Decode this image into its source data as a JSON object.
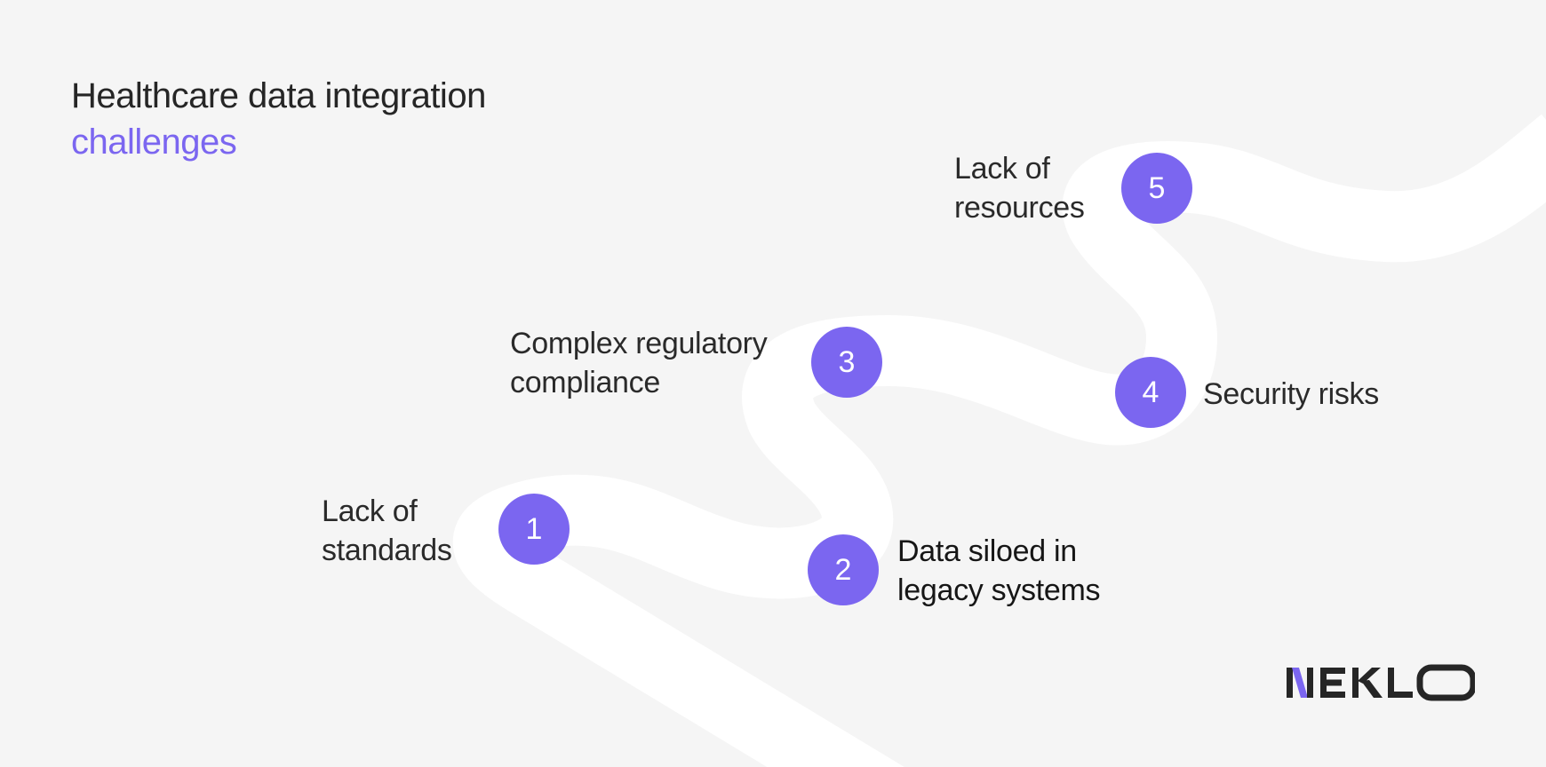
{
  "heading": {
    "line1": "Healthcare data integration",
    "line2": "challenges"
  },
  "colors": {
    "accent": "#7b66f0",
    "road": "#ffffff",
    "background": "#f5f5f5",
    "text": "#262626"
  },
  "steps": [
    {
      "number": "1",
      "label_lines": [
        "Lack of",
        "standards"
      ]
    },
    {
      "number": "2",
      "label_lines": [
        "Data siloed in",
        "legacy systems"
      ]
    },
    {
      "number": "3",
      "label_lines": [
        "Complex regulatory",
        "compliance"
      ]
    },
    {
      "number": "4",
      "label_lines": [
        "Security risks"
      ]
    },
    {
      "number": "5",
      "label_lines": [
        "Lack of",
        "resources"
      ]
    }
  ],
  "brand": {
    "logo_text": "NEKLO",
    "logo_icon": "neklo-logo"
  }
}
